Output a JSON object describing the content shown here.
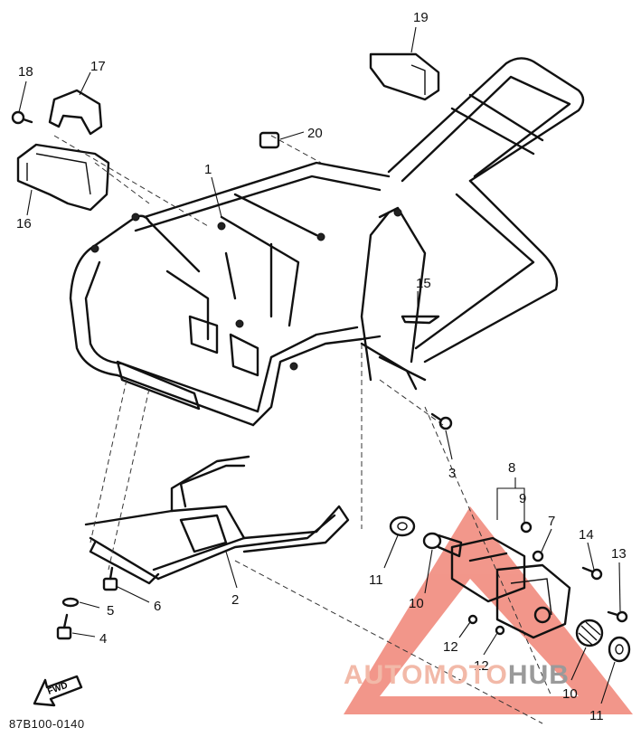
{
  "diagram_code": "87B100-0140",
  "fwd_label": "FWD",
  "watermark": {
    "part1": "AUTOMOTO",
    "part2": "HUB",
    "accent": "#e8412b",
    "gray": "#9a9a9a"
  },
  "callouts": {
    "c1": "1",
    "c2": "2",
    "c3": "3",
    "c4": "4",
    "c5": "5",
    "c6": "6",
    "c7": "7",
    "c8": "8",
    "c9": "9",
    "c10a": "10",
    "c10b": "10",
    "c11a": "11",
    "c11b": "11",
    "c12a": "12",
    "c12b": "12",
    "c13": "13",
    "c14": "14",
    "c15": "15",
    "c16": "16",
    "c17": "17",
    "c18": "18",
    "c19": "19",
    "c20": "20"
  }
}
